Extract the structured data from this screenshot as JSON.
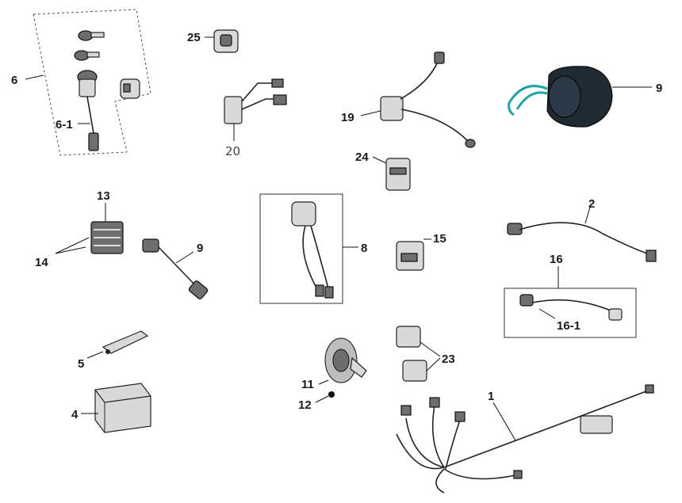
{
  "labels": {
    "l1": "1",
    "l2": "2",
    "l4": "4",
    "l5": "5",
    "l6": "6",
    "l6_1": "6-1",
    "l8": "8",
    "l9a": "9",
    "l9b": "9",
    "l11": "11",
    "l12": "12",
    "l13": "13",
    "l14": "14",
    "l15": "15",
    "l16": "16",
    "l16_1": "16-1",
    "l19": "19",
    "l20": "20",
    "l23": "23",
    "l24": "24",
    "l25": "25"
  },
  "colors": {
    "line": "#111111",
    "part_fill": "#d9d9d9",
    "dark_fill": "#6e6e6e",
    "socket_body": "#1f2a33",
    "socket_wire": "#1fa3a3"
  }
}
